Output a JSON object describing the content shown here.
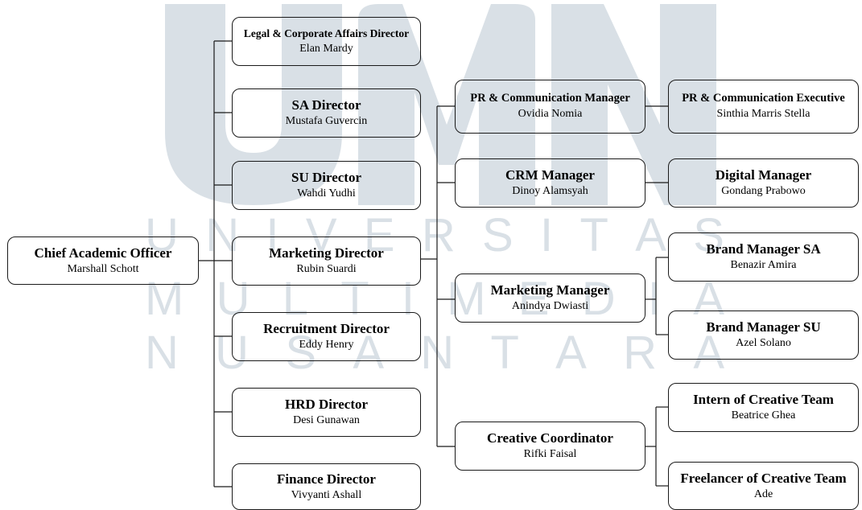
{
  "watermark": {
    "logo": "UMN",
    "line1": "UNIVERSITAS",
    "line2": "MULTIMEDIA",
    "line3": "NUSANTARA"
  },
  "colors": {
    "watermark": "#d9e0e6",
    "box_border": "#1a1a1a",
    "connector": "#1a1a1a"
  },
  "org": {
    "ceo": {
      "title": "Chief Academic Officer",
      "name": "Marshall Schott"
    },
    "directors": [
      {
        "title": "Legal & Corporate Affairs Director",
        "name": "Elan Mardy"
      },
      {
        "title": "SA Director",
        "name": "Mustafa Guvercin"
      },
      {
        "title": "SU Director",
        "name": "Wahdi Yudhi"
      },
      {
        "title": "Marketing Director",
        "name": "Rubin Suardi"
      },
      {
        "title": "Recruitment Director",
        "name": "Eddy Henry"
      },
      {
        "title": "HRD Director",
        "name": "Desi Gunawan"
      },
      {
        "title": "Finance Director",
        "name": "Vivyanti Ashall"
      }
    ],
    "managers": [
      {
        "title": "PR & Communication Manager",
        "name": "Ovidia Nomia"
      },
      {
        "title": "CRM Manager",
        "name": "Dinoy Alamsyah"
      },
      {
        "title": "Marketing Manager",
        "name": "Anindya Dwiasti"
      },
      {
        "title": "Creative Coordinator",
        "name": "Rifki Faisal"
      }
    ],
    "staff": [
      {
        "title": "PR & Communication Executive",
        "name": "Sinthia Marris Stella"
      },
      {
        "title": "Digital Manager",
        "name": "Gondang Prabowo"
      },
      {
        "title": "Brand Manager SA",
        "name": "Benazir Amira"
      },
      {
        "title": "Brand Manager SU",
        "name": "Azel Solano"
      },
      {
        "title": "Intern of Creative Team",
        "name": "Beatrice Ghea"
      },
      {
        "title": "Freelancer of Creative Team",
        "name": "Ade"
      }
    ]
  }
}
